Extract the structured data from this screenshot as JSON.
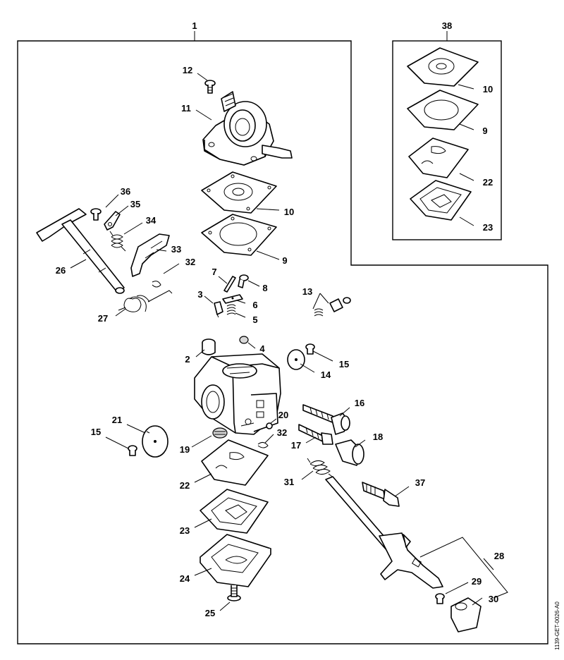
{
  "diagram": {
    "drawing_ref": "1139-GET-0026-A0",
    "colors": {
      "line": "#000000",
      "background": "#ffffff",
      "shade": "#d8d8d8"
    },
    "labels": {
      "frame1": "1",
      "frame38": "38",
      "p12": "12",
      "p11": "11",
      "p10": "10",
      "p9": "9",
      "p36": "36",
      "p35": "35",
      "p34": "34",
      "p33": "33",
      "p32": "32",
      "p26": "26",
      "p27": "27",
      "p7": "7",
      "p8": "8",
      "p3": "3",
      "p6": "6",
      "p5": "5",
      "p13": "13",
      "p2": "2",
      "p4": "4",
      "p14": "14",
      "p15": "15",
      "p16": "16",
      "p17": "17",
      "p18": "18",
      "p20": "20",
      "p32b": "32",
      "p21": "21",
      "p15b": "15",
      "p19": "19",
      "p22": "22",
      "p23": "23",
      "p24": "24",
      "p25": "25",
      "p31": "31",
      "p37": "37",
      "p28": "28",
      "p29": "29",
      "p30": "30",
      "k10": "10",
      "k9": "9",
      "k22": "22",
      "k23": "23"
    }
  }
}
